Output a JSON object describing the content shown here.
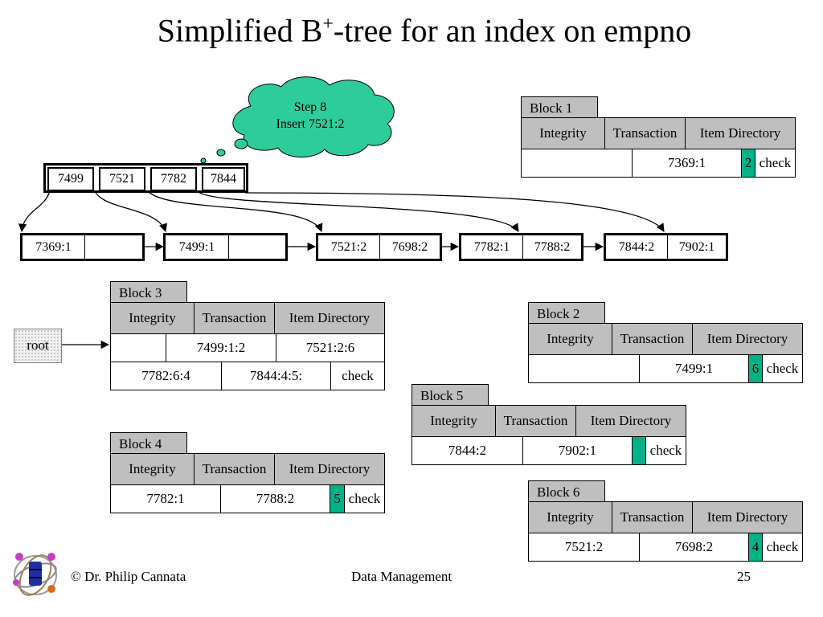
{
  "title": {
    "prefix": "Simplified B",
    "sup": "+",
    "suffix": "-tree for an index on empno"
  },
  "callout": {
    "line1": "Step 8",
    "line2": "Insert 7521:2",
    "color": "#2ecc9a"
  },
  "root_node": {
    "keys": [
      "7499",
      "7521",
      "7782",
      "7844"
    ]
  },
  "leaves": [
    {
      "cells": [
        "7369:1",
        ""
      ]
    },
    {
      "cells": [
        "7499:1",
        ""
      ]
    },
    {
      "cells": [
        "7521:2",
        "7698:2"
      ]
    },
    {
      "cells": [
        "7782:1",
        "7788:2"
      ]
    },
    {
      "cells": [
        "7844:2",
        "7902:1"
      ]
    }
  ],
  "root_label": "root",
  "highlight_color": "#00b386",
  "blocks": [
    {
      "id": "block1",
      "name": "Block 1",
      "header": [
        "Integrity",
        "Transaction",
        "Item Directory"
      ],
      "rows": [
        [
          "",
          "7369:1",
          "2",
          "check"
        ]
      ]
    },
    {
      "id": "block2",
      "name": "Block 2",
      "header": [
        "Integrity",
        "Transaction",
        "Item Directory"
      ],
      "rows": [
        [
          "",
          "7499:1",
          "6",
          "check"
        ]
      ]
    },
    {
      "id": "block3",
      "name": "Block 3",
      "header": [
        "Integrity",
        "Transaction",
        "Item Directory"
      ],
      "rows": [
        [
          "",
          "7499:1:2",
          "7521:2:6"
        ],
        [
          "7782:6:4",
          "7844:4:5:",
          "check"
        ]
      ]
    },
    {
      "id": "block4",
      "name": "Block 4",
      "header": [
        "Integrity",
        "Transaction",
        "Item Directory"
      ],
      "rows": [
        [
          "7782:1",
          "7788:2",
          "5",
          "check"
        ]
      ]
    },
    {
      "id": "block5",
      "name": "Block 5",
      "header": [
        "Integrity",
        "Transaction",
        "Item Directory"
      ],
      "rows": [
        [
          "7844:2",
          "7902:1",
          "",
          "check"
        ]
      ]
    },
    {
      "id": "block6",
      "name": "Block 6",
      "header": [
        "Integrity",
        "Transaction",
        "Item Directory"
      ],
      "rows": [
        [
          "7521:2",
          "7698:2",
          "4",
          "check"
        ]
      ]
    }
  ],
  "footer": {
    "copyright": "© Dr. Philip Cannata",
    "center": "Data Management",
    "page": "25"
  }
}
